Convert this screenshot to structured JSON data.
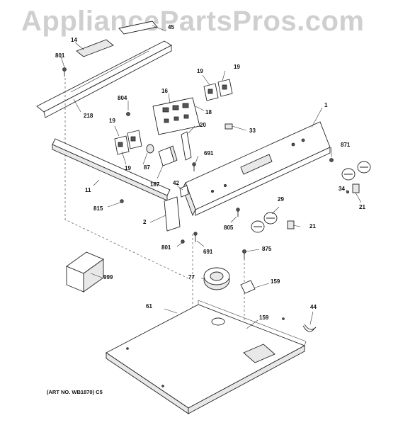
{
  "watermark": "AppliancePartsPros.com",
  "art_number": "(ART NO. WB1870) C5",
  "callouts": {
    "c801a": "801",
    "c801b": "801",
    "c14": "14",
    "c45": "45",
    "c218": "218",
    "c804": "804",
    "c16": "16",
    "c18": "18",
    "c19a": "19",
    "c19b": "19",
    "c19c": "19",
    "c19d": "19",
    "c1": "1",
    "c33": "33",
    "c20": "20",
    "c87": "87",
    "c187": "187",
    "c691a": "691",
    "c691b": "691",
    "c871": "871",
    "c11": "11",
    "c42": "42",
    "c34": "34",
    "c21a": "21",
    "c21b": "21",
    "c815": "815",
    "c29": "29",
    "c2": "2",
    "c805": "805",
    "c875": "875",
    "c999": "999",
    "c77": "77",
    "c159a": "159",
    "c159b": "159",
    "c61": "61",
    "c44": "44"
  }
}
